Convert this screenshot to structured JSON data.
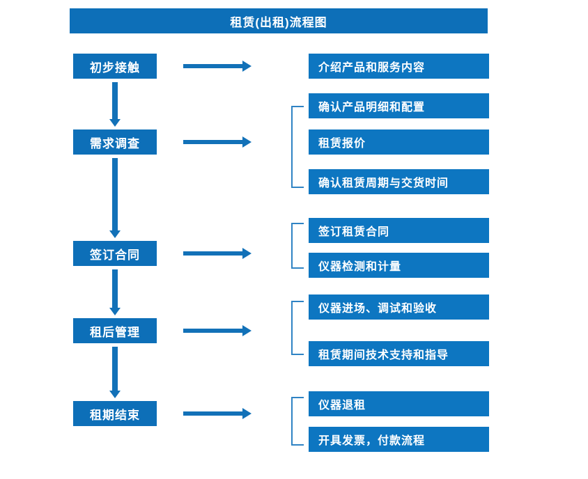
{
  "diagram": {
    "title": "租赁(出租)流程图",
    "colors": {
      "box_blue": "#0d76c1",
      "title_blue": "#0d6fb8",
      "arrow_blue": "#1271b8",
      "bracket_blue": "#2f83c4",
      "text_white": "#ffffff",
      "background": "#ffffff"
    },
    "stages": [
      {
        "label": "初步接触"
      },
      {
        "label": "需求调查"
      },
      {
        "label": "签订合同"
      },
      {
        "label": "租后管理"
      },
      {
        "label": "租期结束"
      }
    ],
    "details": [
      {
        "label": "介绍产品和服务内容"
      },
      {
        "label": "确认产品明细和配置"
      },
      {
        "label": "租赁报价"
      },
      {
        "label": "确认租赁周期与交货时间"
      },
      {
        "label": "签订租赁合同"
      },
      {
        "label": "仪器检测和计量"
      },
      {
        "label": "仪器进场、调试和验收"
      },
      {
        "label": "租赁期间技术支持和指导"
      },
      {
        "label": "仪器退租"
      },
      {
        "label": "开具发票，付款流程"
      }
    ],
    "connectors": {
      "horizontal_arrow_count": 5,
      "vertical_arrow_count": 4,
      "bracket_count": 4
    }
  }
}
